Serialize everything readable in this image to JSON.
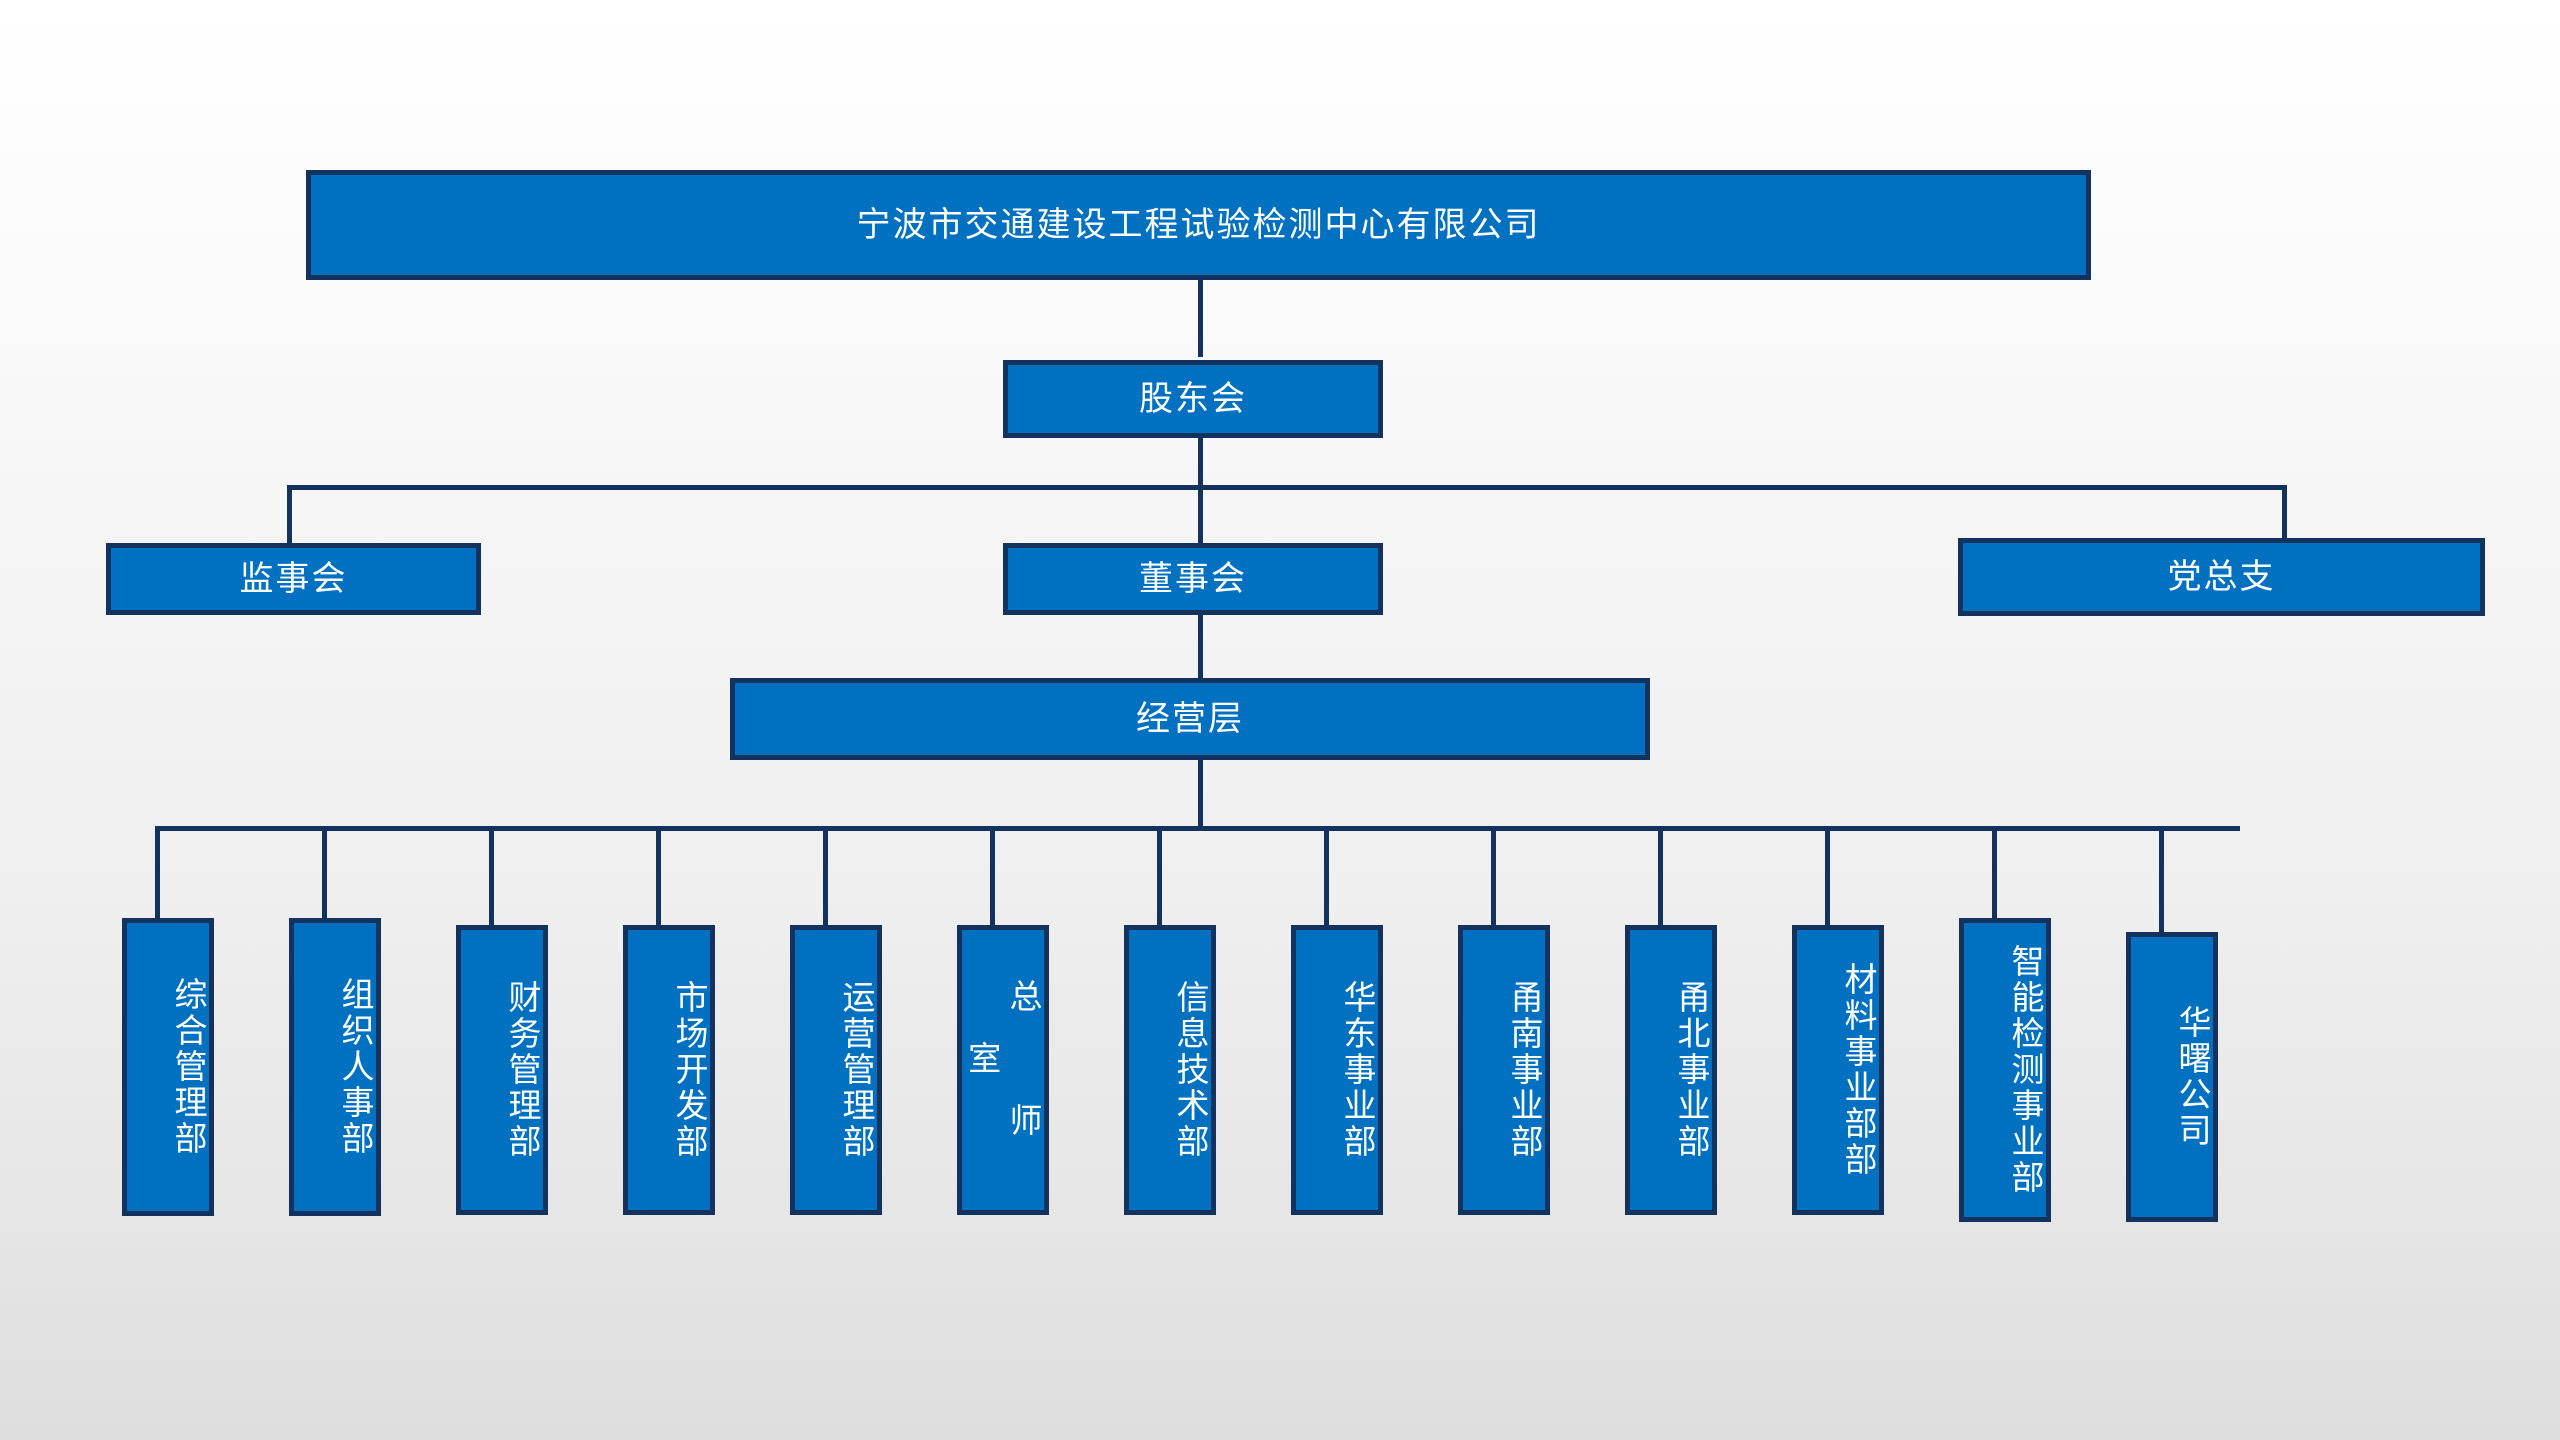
{
  "chart_data": {
    "type": "diagram",
    "title": "宁波市交通建设工程试验检测中心有限公司 组织架构图",
    "diagram_kind": "organizational-chart",
    "colors": {
      "node_fill": "#0070C0",
      "node_border": "#13325E",
      "node_text": "#FFFFFF",
      "connector": "#13325E",
      "background_top": "#FFFFFF",
      "background_bottom": "#DEDEDE"
    },
    "levels": [
      {
        "level": 1,
        "nodes": [
          "宁波市交通建设工程试验检测中心有限公司"
        ]
      },
      {
        "level": 2,
        "nodes": [
          "股东会"
        ]
      },
      {
        "level": 3,
        "nodes": [
          "监事会",
          "董事会",
          "党总支"
        ]
      },
      {
        "level": 4,
        "nodes": [
          "经营层"
        ]
      },
      {
        "level": 5,
        "nodes": [
          "综合管理部",
          "组织人事部",
          "财务管理部",
          "市场开发部",
          "运营管理部",
          "总 师 室",
          "信息技术部",
          "华东事业部",
          "甬南事业部",
          "甬北事业部",
          "材料事业部部",
          "智能检测事业部",
          "华曙公司"
        ]
      }
    ],
    "edges": [
      {
        "from": "宁波市交通建设工程试验检测中心有限公司",
        "to": "股东会"
      },
      {
        "from": "股东会",
        "to": "监事会"
      },
      {
        "from": "股东会",
        "to": "董事会"
      },
      {
        "from": "股东会",
        "to": "党总支"
      },
      {
        "from": "董事会",
        "to": "经营层"
      },
      {
        "from": "经营层",
        "to": "综合管理部"
      },
      {
        "from": "经营层",
        "to": "组织人事部"
      },
      {
        "from": "经营层",
        "to": "财务管理部"
      },
      {
        "from": "经营层",
        "to": "市场开发部"
      },
      {
        "from": "经营层",
        "to": "运营管理部"
      },
      {
        "from": "经营层",
        "to": "总 师 室"
      },
      {
        "from": "经营层",
        "to": "信息技术部"
      },
      {
        "from": "经营层",
        "to": "华东事业部"
      },
      {
        "from": "经营层",
        "to": "甬南事业部"
      },
      {
        "from": "经营层",
        "to": "甬北事业部"
      },
      {
        "from": "经营层",
        "to": "材料事业部部"
      },
      {
        "from": "经营层",
        "to": "智能检测事业部"
      },
      {
        "from": "经营层",
        "to": "华曙公司"
      }
    ]
  },
  "org": {
    "company": {
      "label": "宁波市交通建设工程试验检测中心有限公司"
    },
    "shareholders": {
      "label": "股东会"
    },
    "supervisors": {
      "label": "监事会"
    },
    "directors": {
      "label": "董事会"
    },
    "party": {
      "label": "党总支"
    },
    "management": {
      "label": "经营层"
    },
    "departments": [
      {
        "label": "综合管理部"
      },
      {
        "label": "组织人事部"
      },
      {
        "label": "财务管理部"
      },
      {
        "label": "市场开发部"
      },
      {
        "label": "运营管理部"
      },
      {
        "label": "总 师 室"
      },
      {
        "label": "信息技术部"
      },
      {
        "label": "华东事业部"
      },
      {
        "label": "甬南事业部"
      },
      {
        "label": "甬北事业部"
      },
      {
        "label": "材料事业部部"
      },
      {
        "label": "智能检测事业部"
      },
      {
        "label": "华曙公司"
      }
    ]
  }
}
